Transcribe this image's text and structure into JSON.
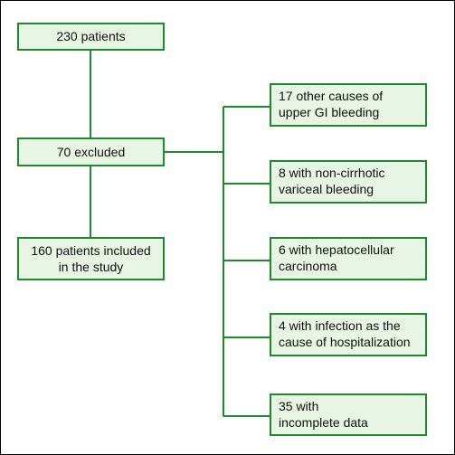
{
  "flow": {
    "total": "230 patients",
    "excluded": "70 excluded",
    "included": {
      "line1": "160 patients included",
      "line2": "in the study"
    },
    "reasons": [
      {
        "line1": "17 other causes of",
        "line2": "upper GI bleeding"
      },
      {
        "line1": "8 with non-cirrhotic",
        "line2": "variceal bleeding"
      },
      {
        "line1": "6 with hepatocellular",
        "line2": "carcinoma"
      },
      {
        "line1": "4 with infection as the",
        "line2": "cause of hospitalization"
      },
      {
        "line1": "35 with",
        "line2": "incomplete data"
      }
    ]
  },
  "colors": {
    "box_border": "#1e8a2e",
    "box_fill": "#e8f4e4",
    "connector": "#1e8a2e"
  }
}
